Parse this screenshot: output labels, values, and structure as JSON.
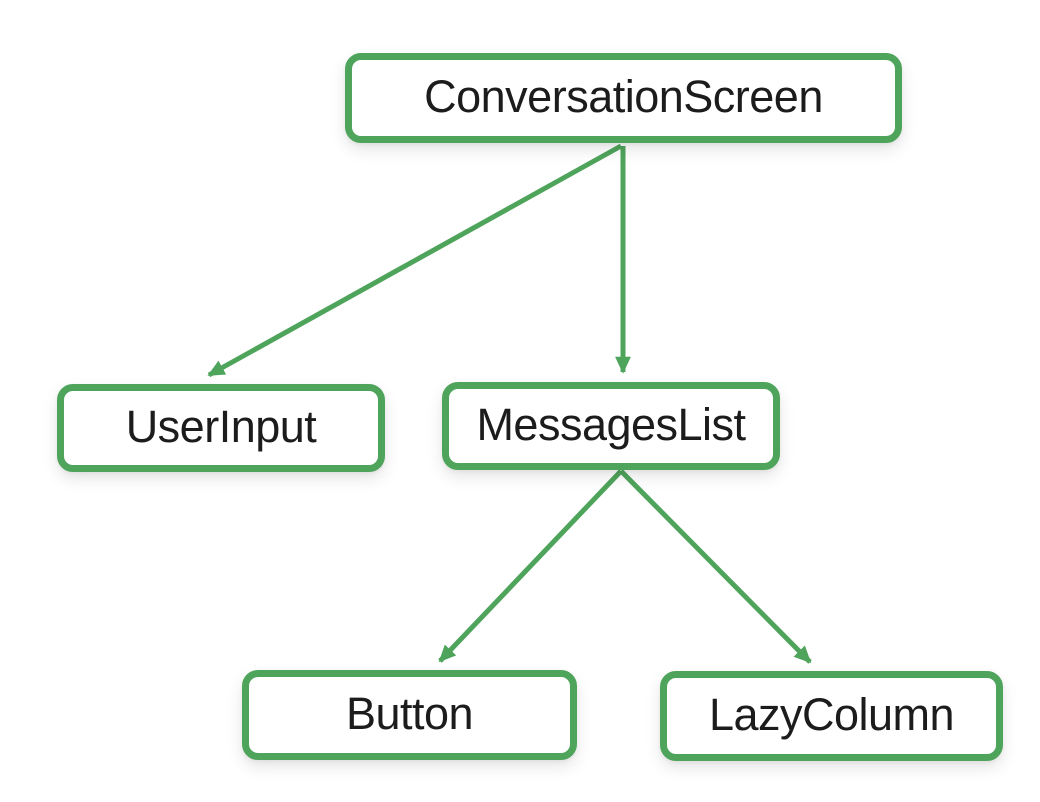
{
  "diagram": {
    "type": "tree",
    "background_color": "#ffffff",
    "accent_color": "#4fa45b",
    "text_color": "#1c1c1c",
    "nodes": [
      {
        "id": "ConversationScreen",
        "label": "ConversationScreen"
      },
      {
        "id": "UserInput",
        "label": "UserInput"
      },
      {
        "id": "MessagesList",
        "label": "MessagesList"
      },
      {
        "id": "Button",
        "label": "Button"
      },
      {
        "id": "LazyColumn",
        "label": "LazyColumn"
      }
    ],
    "edges": [
      {
        "from": "ConversationScreen",
        "to": "UserInput"
      },
      {
        "from": "ConversationScreen",
        "to": "MessagesList"
      },
      {
        "from": "MessagesList",
        "to": "Button"
      },
      {
        "from": "MessagesList",
        "to": "LazyColumn"
      }
    ]
  }
}
